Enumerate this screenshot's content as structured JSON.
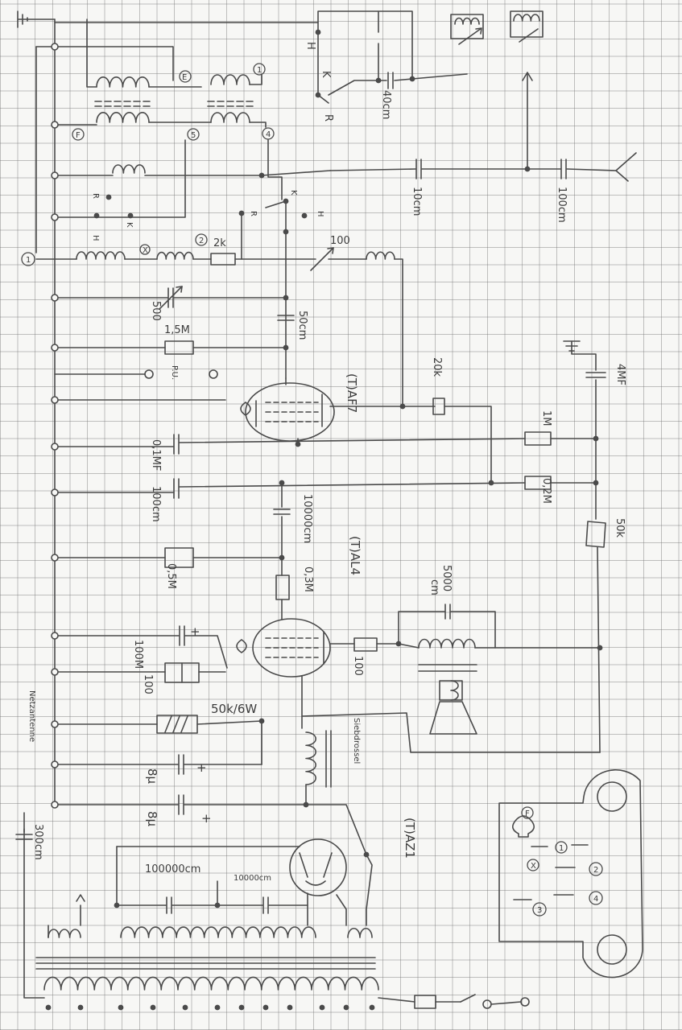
{
  "labels": {
    "top": {
      "cap_40cm": "40cm",
      "sw_h": "H",
      "sw_k": "K",
      "sw_r": "R",
      "term_e": "E",
      "term_1": "1",
      "term_f": "F",
      "term_5": "5",
      "term_4": "4"
    },
    "rf": {
      "sel_r": "R",
      "sel_k": "K",
      "sel_h": "H",
      "sw_k": "K",
      "sw_r": "R",
      "sw_h": "H",
      "cap_10cm": "10cm",
      "cap_100cm": "100cm",
      "term_1": "1",
      "term_x": "X",
      "term_2": "2",
      "res_2k": "2k",
      "vcap_100": "100",
      "vcap_500": "500",
      "cap_50cm": "50cm",
      "res_1_5m": "1,5M",
      "pickup": "P.U."
    },
    "af7": {
      "tube": "(T)AF7",
      "res_20k": "20k",
      "cap_4mf": "4MF",
      "res_1m": "1M",
      "cap_0_1mf": "0,1MF",
      "cap_100cm": "100cm",
      "res_0_2m": "0,2M",
      "cap_10000cm": "10000cm",
      "res_50k": "50k"
    },
    "al4": {
      "tube": "(T)AL4",
      "cap_5000": "5000",
      "cap_cm": "cm",
      "res_0_5m": "0,5M",
      "res_0_3m": "0,3M",
      "cap_100m": "100M",
      "res_100_left": "100",
      "res_100_right": "100",
      "res_50k_6w": "50k/6W",
      "plus_1": "+"
    },
    "supply": {
      "cap_8u_1": "8µ",
      "cap_8u_2": "8µ",
      "plus_2": "+",
      "plus_3": "+",
      "choke": "Siebdrossel",
      "tube": "(T)AZ1",
      "cap_100000cm": "100000cm",
      "cap_10000cm": "10000cm",
      "mains_antenna": "Netzantenne",
      "cap_300cm": "300cm"
    },
    "socket": {
      "pin_f": "F",
      "pin_1": "1",
      "pin_x": "X",
      "pin_2": "2",
      "pin_4": "4",
      "pin_3": "3"
    }
  }
}
